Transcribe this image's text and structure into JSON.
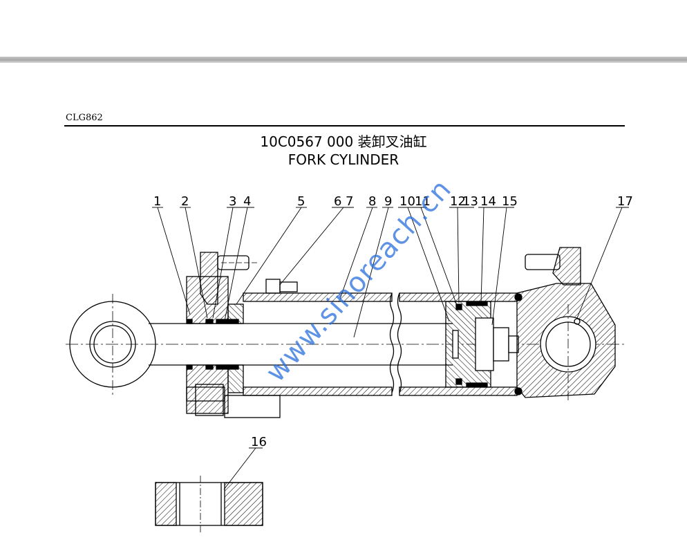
{
  "header": {
    "model": "CLG862",
    "part_code_cn": "10C0567 000  装卸叉油缸",
    "title_en": "FORK CYLINDER"
  },
  "watermark": "www.sinoreach.cn",
  "callouts": [
    "1",
    "2",
    "3",
    "4",
    "5",
    "6",
    "7",
    "8",
    "9",
    "10",
    "11",
    "12",
    "13",
    "14",
    "15",
    "16",
    "17"
  ]
}
